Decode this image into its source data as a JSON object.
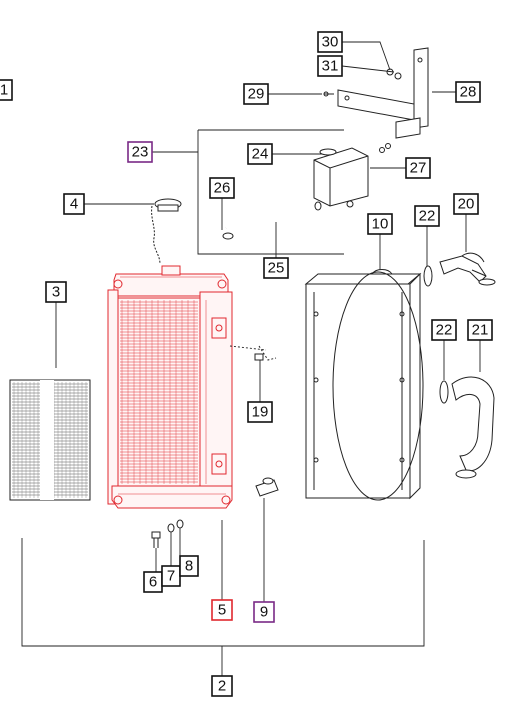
{
  "colors": {
    "highlight_red": "#e0282e",
    "highlight_purple": "#7a2a86",
    "line": "#222222",
    "background": "#ffffff"
  },
  "callouts": {
    "c1": "1",
    "c2": "2",
    "c3": "3",
    "c4": "4",
    "c5": "5",
    "c6": "6",
    "c7": "7",
    "c8": "8",
    "c9": "9",
    "c10": "10",
    "c19": "19",
    "c20": "20",
    "c21": "21",
    "c22a": "22",
    "c22b": "22",
    "c23": "23",
    "c24": "24",
    "c25": "25",
    "c26": "26",
    "c27": "27",
    "c28": "28",
    "c29": "29",
    "c30": "30",
    "c31": "31"
  }
}
